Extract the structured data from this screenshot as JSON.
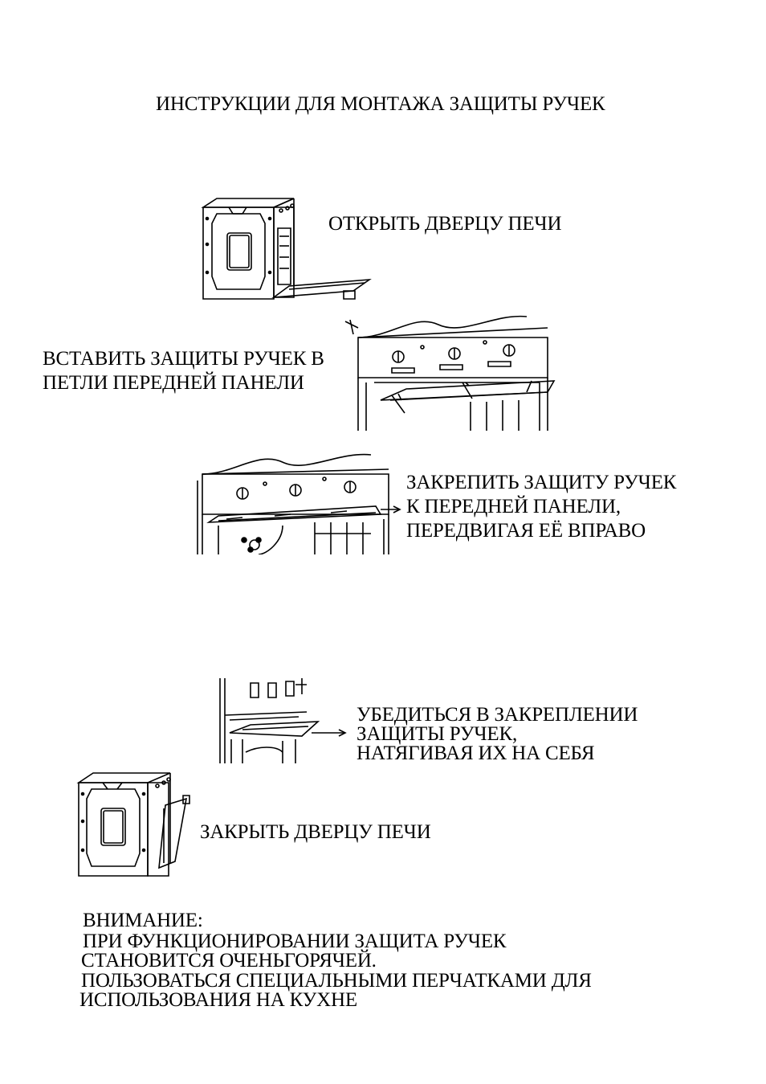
{
  "title": "ИНСТРУКЦИИ ДЛЯ МОНТАЖА ЗАЩИТЫ РУЧЕК",
  "steps": {
    "open_door": "ОТКРЫТЬ ДВЕРЦУ ПЕЧИ",
    "insert": [
      "ВСТАВИТЬ ЗАЩИТЫ РУЧЕК В",
      "ПЕТЛИ ПЕРЕДНЕЙ ПАНЕЛИ"
    ],
    "fasten": [
      "ЗАКРЕПИТЬ ЗАЩИТУ РУЧЕК",
      "К ПЕРЕДНЕЙ ПАНЕЛИ,",
      "ПЕРЕДВИГАЯ ЕЁ ВПРАВО"
    ],
    "check": [
      "УБЕДИТЬСЯ В ЗАКРЕПЛЕНИИ",
      "ЗАЩИТЫ РУЧЕК,",
      "НАТЯГИВАЯ ИХ НА СЕБЯ"
    ],
    "close_door": "ЗАКРЫТЬ ДВЕРЦУ ПЕЧИ"
  },
  "warning": {
    "heading": "ВНИМАНИЕ:",
    "lines": [
      "ПРИ ФУНКЦИОНИРОВАНИИ ЗАЩИТА РУЧЕК",
      "СТАНОВИТСЯ ОЧЕНЬГОРЯЧЕЙ.",
      "ПОЛЬЗОВАТЬСЯ СПЕЦИАЛЬНЫМИ ПЕРЧАТКАМИ ДЛЯ",
      "ИСПОЛЬЗОВАНИЯ НА КУХНЕ"
    ]
  }
}
